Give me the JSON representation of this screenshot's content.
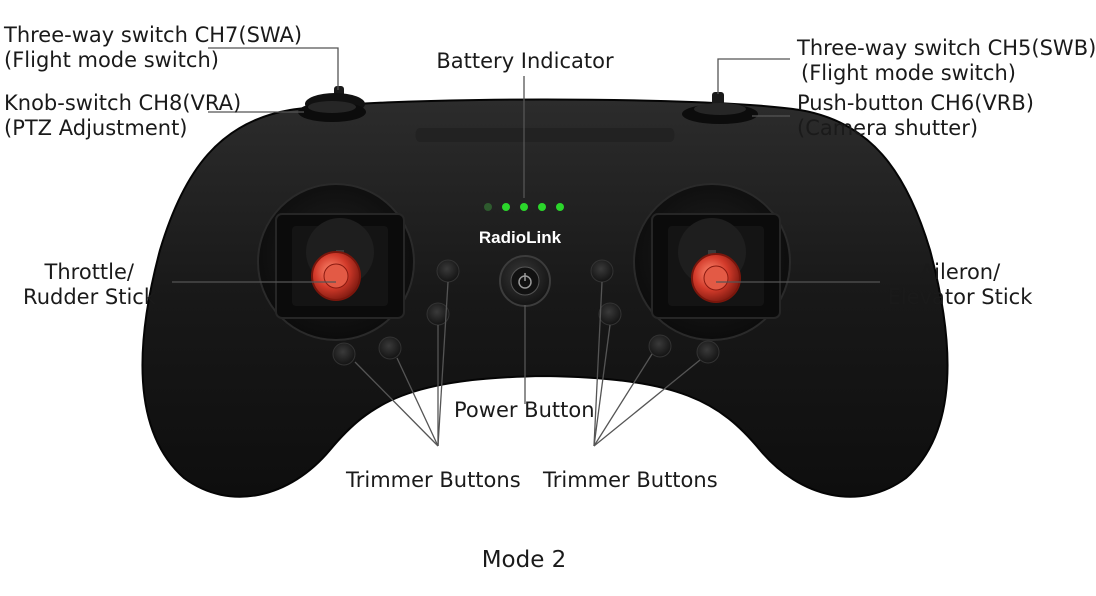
{
  "brand": {
    "logo_text": "RadioLink"
  },
  "battery": {
    "led_colors": [
      "#2e5a2e",
      "#2bd62b",
      "#2bd62b",
      "#2bd62b",
      "#2bd62b"
    ]
  },
  "labels": {
    "swa_line1": "Three-way switch CH7(SWA)",
    "swa_line2": "(Flight mode switch)",
    "vra_line1": "Knob-switch CH8(VRA)",
    "vra_line2": "(PTZ Adjustment)",
    "battery": "Battery Indicator",
    "swb_line1": "Three-way switch CH5(SWB)",
    "swb_line2": "(Flight mode switch)",
    "vrb_line1": "Push-button CH6(VRB)",
    "vrb_line2": "(Camera shutter)",
    "throttle_line1": "Throttle/",
    "throttle_line2": "Rudder Stick",
    "aileron_line1": "Aileron/",
    "aileron_line2": "Elevator Stick",
    "power": "Power Button",
    "trimmer_left": "Trimmer Buttons",
    "trimmer_right": "Trimmer Buttons"
  },
  "caption": "Mode 2",
  "colors": {
    "body": "#161616",
    "stick_red": "#d23a2a",
    "led_green": "#2bd62b",
    "leader_line": "#555555"
  }
}
